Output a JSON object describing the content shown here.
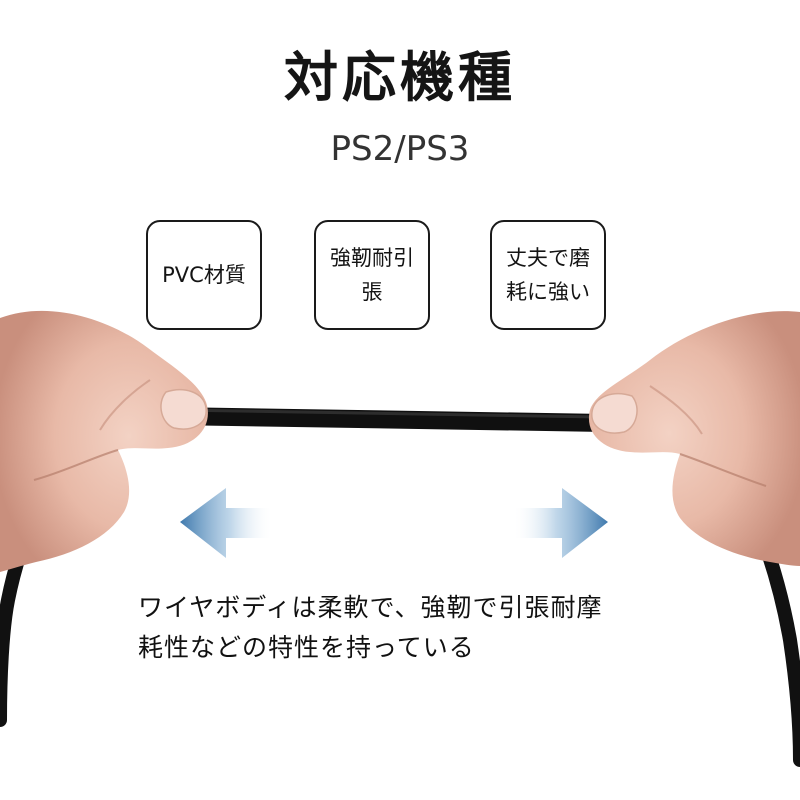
{
  "header": {
    "title": "対応機種",
    "subtitle": "PS2/PS3"
  },
  "features": [
    {
      "label": "PVC材質"
    },
    {
      "label": "強靭耐引張"
    },
    {
      "label": "丈夫で磨耗に強い"
    }
  ],
  "caption": {
    "line1": "ワイヤボディは柔軟で、強靭で引張耐摩",
    "line2": "耗性などの特性を持っている"
  },
  "icons": {
    "left_arrow": "arrow-left-icon",
    "right_arrow": "arrow-right-icon"
  },
  "colors": {
    "background": "#ffffff",
    "text": "#141414",
    "cable": "#111111",
    "arrow": "#4f86b8",
    "skin": "#e9c0ad"
  }
}
